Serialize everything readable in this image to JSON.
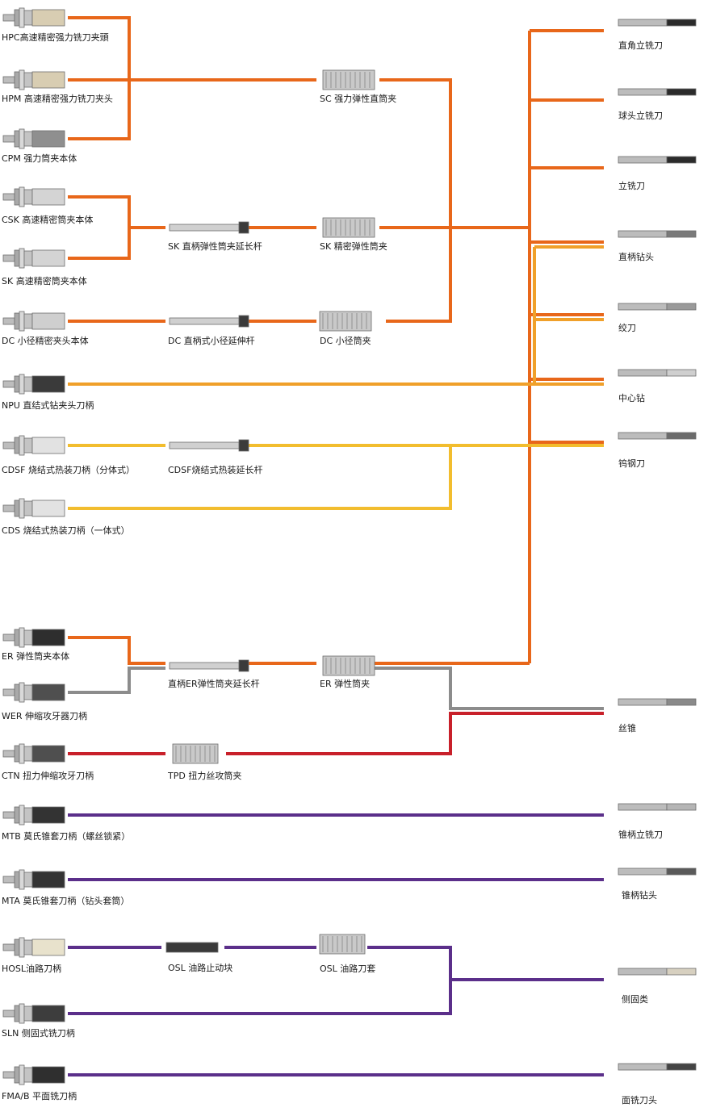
{
  "colors": {
    "orange": "#e8671a",
    "light_orange": "#f0a02a",
    "yellow": "#f2bd2e",
    "gray": "#8c8c8c",
    "red": "#c8202a",
    "purple": "#5b2f8a"
  },
  "holders": [
    {
      "id": "hpc",
      "label": "HPC高速精密强力铣刀夹頭",
      "icon": "hydraulic-chuck-icon"
    },
    {
      "id": "hpm",
      "label": "HPM 高速精密强力铣刀夹头",
      "icon": "hydraulic-chuck-icon"
    },
    {
      "id": "cpm",
      "label": "CPM 强力筒夹本体",
      "icon": "power-chuck-icon"
    },
    {
      "id": "csk",
      "label": "CSK 高速精密筒夹本体",
      "icon": "collet-holder-icon"
    },
    {
      "id": "sk",
      "label": "SK 高速精密筒夹本体",
      "icon": "collet-holder-icon"
    },
    {
      "id": "dc",
      "label": "DC 小径精密夹头本体",
      "icon": "slim-holder-icon"
    },
    {
      "id": "npu",
      "label": "NPU 直结式钻夹头刀柄",
      "icon": "drill-chuck-icon"
    },
    {
      "id": "cdsf",
      "label": "CDSF 烧结式热装刀柄（分体式）",
      "icon": "shrink-holder-icon"
    },
    {
      "id": "cds",
      "label": "CDS 烧结式热装刀柄（一体式）",
      "icon": "shrink-holder-icon"
    },
    {
      "id": "er",
      "label": "ER 弹性筒夹本体",
      "icon": "er-holder-icon"
    },
    {
      "id": "wer",
      "label": "WER 伸缩攻牙器刀柄",
      "icon": "tapping-holder-icon"
    },
    {
      "id": "ctn",
      "label": "CTN 扭力伸缩攻牙刀柄",
      "icon": "tapping-holder-icon"
    },
    {
      "id": "mtb",
      "label": "MTB 莫氏锥套刀柄（螺丝锁紧）",
      "icon": "morse-holder-icon"
    },
    {
      "id": "mta",
      "label": "MTA 莫氏锥套刀柄（钻头套筒）",
      "icon": "morse-holder-icon"
    },
    {
      "id": "hosl",
      "label": "HOSL油路刀柄",
      "icon": "oil-holder-icon"
    },
    {
      "id": "sln",
      "label": "SLN 侧固式铣刀柄",
      "icon": "side-lock-holder-icon"
    },
    {
      "id": "fma",
      "label": "FMA/B 平面铣刀柄",
      "icon": "face-mill-holder-icon"
    }
  ],
  "extensions": [
    {
      "id": "sk-ext",
      "label": "SK 直柄弹性筒夹延长杆",
      "icon": "extension-rod-icon"
    },
    {
      "id": "dc-ext",
      "label": "DC 直柄式小径延伸杆",
      "icon": "extension-rod-icon"
    },
    {
      "id": "cdsf-ext",
      "label": "CDSF烧结式热装延长杆",
      "icon": "shrink-extension-icon"
    },
    {
      "id": "er-ext",
      "label": "直柄ER弹性筒夹延长杆",
      "icon": "extension-rod-icon"
    },
    {
      "id": "tpd",
      "label": "TPD 扭力丝攻筒夹",
      "icon": "tap-collet-icon"
    },
    {
      "id": "osl-stop",
      "label": "OSL 油路止动块",
      "icon": "stop-block-icon"
    }
  ],
  "collets": [
    {
      "id": "sc",
      "label": "SC 强力弹性直筒夹",
      "icon": "straight-collet-icon"
    },
    {
      "id": "sk-collet",
      "label": "SK 精密弹性筒夹",
      "icon": "collet-icon"
    },
    {
      "id": "dc-collet",
      "label": "DC 小径筒夹",
      "icon": "collet-icon"
    },
    {
      "id": "er-collet",
      "label": "ER 弹性筒夹",
      "icon": "collet-icon"
    },
    {
      "id": "osl-sleeve",
      "label": "OSL 油路刀套",
      "icon": "oil-sleeve-icon"
    }
  ],
  "tools": [
    {
      "id": "square-end-mill",
      "label": "直角立铣刀",
      "icon": "end-mill-icon"
    },
    {
      "id": "ball-end-mill",
      "label": "球头立铣刀",
      "icon": "ball-end-mill-icon"
    },
    {
      "id": "end-mill",
      "label": "立铣刀",
      "icon": "end-mill-icon"
    },
    {
      "id": "straight-drill",
      "label": "直柄钻头",
      "icon": "drill-icon"
    },
    {
      "id": "reamer",
      "label": "绞刀",
      "icon": "reamer-icon"
    },
    {
      "id": "center-drill",
      "label": "中心钻",
      "icon": "center-drill-icon"
    },
    {
      "id": "carbide-cutter",
      "label": "钨钢刀",
      "icon": "carbide-cutter-icon"
    },
    {
      "id": "tap",
      "label": "丝锥",
      "icon": "tap-icon"
    },
    {
      "id": "taper-end-mill",
      "label": "锥柄立铣刀",
      "icon": "taper-end-mill-icon"
    },
    {
      "id": "taper-drill",
      "label": "锥柄钻头",
      "icon": "taper-drill-icon"
    },
    {
      "id": "side-lock",
      "label": "侧固类",
      "icon": "side-lock-drill-icon"
    },
    {
      "id": "face-mill",
      "label": "面铣刀头",
      "icon": "face-mill-icon"
    }
  ]
}
